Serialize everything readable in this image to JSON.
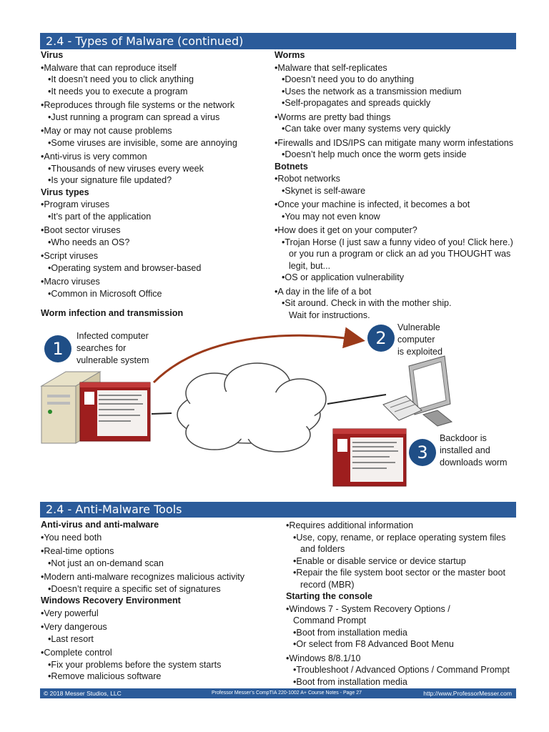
{
  "section1": {
    "title": "2.4 - Types of Malware (continued)",
    "left": [
      {
        "t": "h",
        "s": "Virus"
      },
      {
        "t": "b1",
        "s": "Malware that can reproduce itself"
      },
      {
        "t": "b2",
        "s": "It doesn’t need you to click anything"
      },
      {
        "t": "b2",
        "s": "It needs you to execute a program"
      },
      {
        "t": "b1",
        "s": "Reproduces through file systems or the network"
      },
      {
        "t": "b2",
        "s": "Just running a program can spread a virus"
      },
      {
        "t": "b1",
        "s": "May or may not cause problems"
      },
      {
        "t": "b2",
        "s": "Some viruses are invisible, some are annoying"
      },
      {
        "t": "b1",
        "s": "Anti-virus is very common"
      },
      {
        "t": "b2",
        "s": "Thousands of new viruses every week"
      },
      {
        "t": "b2",
        "s": "Is your signature file updated?"
      },
      {
        "t": "h",
        "s": "Virus types"
      },
      {
        "t": "b1",
        "s": "Program viruses"
      },
      {
        "t": "b2",
        "s": "It’s part of the application"
      },
      {
        "t": "b1",
        "s": "Boot sector viruses"
      },
      {
        "t": "b2",
        "s": "Who needs an OS?"
      },
      {
        "t": "b1",
        "s": "Script viruses"
      },
      {
        "t": "b2",
        "s": "Operating system and browser-based"
      },
      {
        "t": "b1",
        "s": "Macro viruses"
      },
      {
        "t": "b2",
        "s": "Common in Microsoft Office"
      }
    ],
    "right": [
      {
        "t": "h",
        "s": "Worms"
      },
      {
        "t": "b1",
        "s": "Malware that self-replicates"
      },
      {
        "t": "b2",
        "s": "Doesn’t need you to do anything"
      },
      {
        "t": "b2",
        "s": "Uses the network as a transmission medium"
      },
      {
        "t": "b2",
        "s": "Self-propagates and spreads quickly"
      },
      {
        "t": "b1",
        "s": "Worms are pretty bad things"
      },
      {
        "t": "b2",
        "s": "Can take over many systems very quickly"
      },
      {
        "t": "b1",
        "s": "Firewalls and IDS/IPS can mitigate many worm infestations"
      },
      {
        "t": "b2",
        "s": "Doesn’t help much once the worm gets inside"
      },
      {
        "t": "h",
        "s": "Botnets"
      },
      {
        "t": "b1",
        "s": "Robot networks"
      },
      {
        "t": "b2",
        "s": "Skynet is self-aware"
      },
      {
        "t": "b1",
        "s": "Once your machine is infected, it becomes a bot"
      },
      {
        "t": "b2",
        "s": "You may not even know"
      },
      {
        "t": "b1",
        "s": "How does it get on your computer?"
      },
      {
        "t": "b2",
        "s": "Trojan Horse (I just saw a funny video of you! Click here.)"
      },
      {
        "t": "cont",
        "s": "or you run a program or click an ad you THOUGHT was"
      },
      {
        "t": "cont",
        "s": "legit, but..."
      },
      {
        "t": "b2",
        "s": "OS or application vulnerability"
      },
      {
        "t": "b1",
        "s": "A day in the life of a bot"
      },
      {
        "t": "b2",
        "s": "Sit around. Check in with the mother ship."
      },
      {
        "t": "cont",
        "s": "Wait for instructions."
      }
    ]
  },
  "diagram": {
    "title": "Worm infection and transmission",
    "step1": {
      "num": "1",
      "line1": "Infected computer",
      "line2": "searches for",
      "line3": "vulnerable system"
    },
    "step2": {
      "num": "2",
      "line1": "Vulnerable",
      "line2": "computer",
      "line3": "is exploited"
    },
    "step3": {
      "num": "3",
      "line1": "Backdoor is",
      "line2": "installed and",
      "line3": "downloads worm"
    }
  },
  "section2": {
    "title": "2.4 - Anti-Malware Tools",
    "left": [
      {
        "t": "h",
        "s": "Anti-virus and anti-malware"
      },
      {
        "t": "b1",
        "s": "You need both"
      },
      {
        "t": "b1",
        "s": "Real-time options"
      },
      {
        "t": "b2",
        "s": "Not just an on-demand scan"
      },
      {
        "t": "b1",
        "s": "Modern anti-malware recognizes malicious activity"
      },
      {
        "t": "b2",
        "s": "Doesn’t require a specific set of signatures"
      },
      {
        "t": "h",
        "s": "Windows Recovery Environment"
      },
      {
        "t": "b1",
        "s": "Very powerful"
      },
      {
        "t": "b1",
        "s": "Very dangerous"
      },
      {
        "t": "b2",
        "s": "Last resort"
      },
      {
        "t": "b1",
        "s": "Complete control"
      },
      {
        "t": "b2",
        "s": "Fix your problems before the system starts"
      },
      {
        "t": "b2",
        "s": "Remove malicious software"
      }
    ],
    "right": [
      {
        "t": "b1",
        "s": "Requires additional information"
      },
      {
        "t": "b2",
        "s": "Use, copy, rename, or replace operating system files"
      },
      {
        "t": "cont",
        "s": "and folders"
      },
      {
        "t": "b2",
        "s": "Enable or disable service or device startup"
      },
      {
        "t": "b2",
        "s": "Repair the file system boot sector or the master boot"
      },
      {
        "t": "cont",
        "s": "record (MBR)"
      },
      {
        "t": "h",
        "s": "Starting the console"
      },
      {
        "t": "b1",
        "s": "Windows 7 - System Recovery Options /"
      },
      {
        "t": "cont0",
        "s": "Command Prompt"
      },
      {
        "t": "b2",
        "s": "Boot from installation media"
      },
      {
        "t": "b2",
        "s": "Or select from F8 Advanced Boot Menu"
      },
      {
        "t": "b1",
        "s": "Windows 8/8.1/10"
      },
      {
        "t": "b2",
        "s": "Troubleshoot / Advanced Options / Command Prompt"
      },
      {
        "t": "b2",
        "s": "Boot from installation media"
      }
    ]
  },
  "footer": {
    "copyright": "© 2018 Messer Studios, LLC",
    "center": "Professor Messer’s CompTIA 220-1002 A+ Course Notes - Page 27",
    "url": "http://www.ProfessorMesser.com"
  }
}
